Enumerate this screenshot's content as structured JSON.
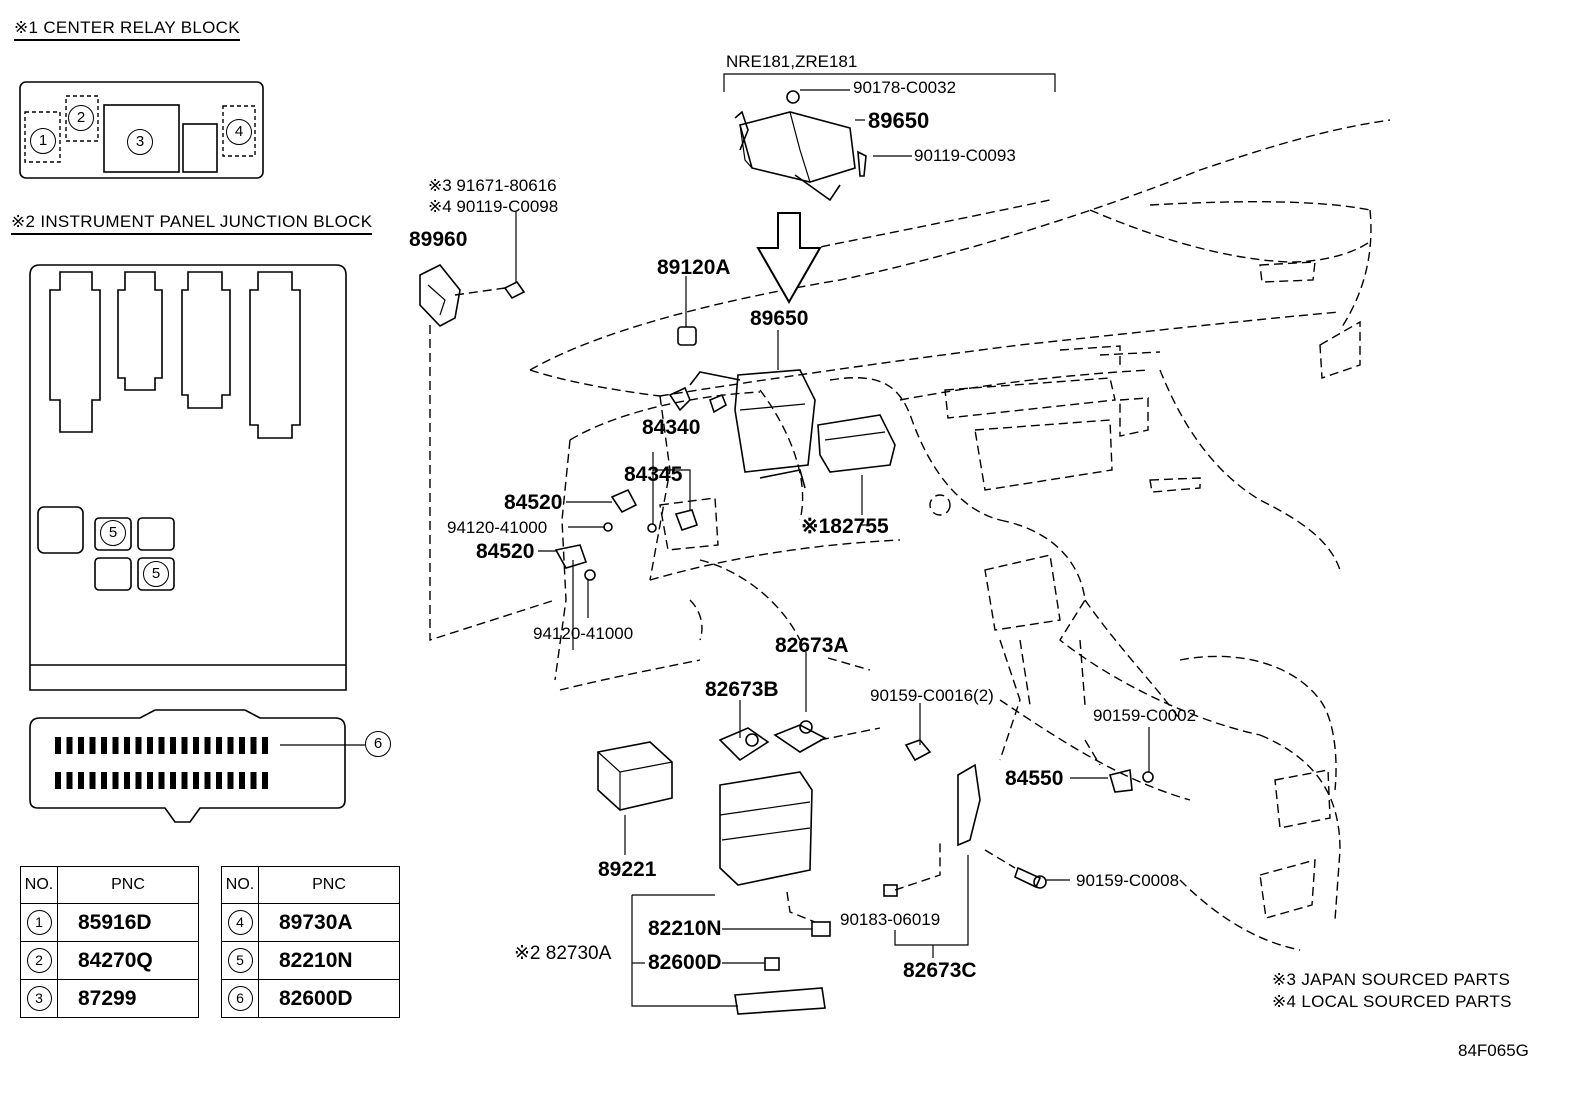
{
  "blocks": {
    "center_relay": {
      "title": "※1 CENTER RELAY BLOCK",
      "slots": [
        "1",
        "2",
        "3",
        "4"
      ]
    },
    "junction": {
      "title": "※2 INSTRUMENT PANEL JUNCTION BLOCK",
      "slots": [
        "5",
        "5",
        "6"
      ]
    }
  },
  "pnc_table": {
    "headers": [
      "NO.",
      "PNC",
      "NO.",
      "PNC"
    ],
    "rows": [
      {
        "no1": "1",
        "pnc1": "85916D",
        "no2": "4",
        "pnc2": "89730A"
      },
      {
        "no1": "2",
        "pnc1": "84270Q",
        "no2": "5",
        "pnc2": "82210N"
      },
      {
        "no1": "3",
        "pnc1": "87299",
        "no2": "6",
        "pnc2": "82600D"
      }
    ]
  },
  "callouts": {
    "variant": "NRE181,ZRE181",
    "p90178": "90178-C0032",
    "p89650_top": "89650",
    "p90119_c0093": "90119-C0093",
    "p91671": "※3 91671-80616",
    "p90119_c0098": "※4 90119-C0098",
    "p89960": "89960",
    "p89120a": "89120A",
    "p89650": "89650",
    "p84340": "84340",
    "p84345": "84345",
    "p84520_a": "84520",
    "p94120_a": "94120-41000",
    "p84520_b": "84520",
    "p94120_b": "94120-41000",
    "p82755": "※182755",
    "p82673a": "82673A",
    "p82673b": "82673B",
    "p90159_c0016": "90159-C0016(2)",
    "p90159_c0002": "90159-C0002",
    "p84550": "84550",
    "p90159_c0008": "90159-C0008",
    "p89221": "89221",
    "p82210n": "82210N",
    "p82730a": "※2 82730A",
    "p82600d": "82600D",
    "p90183": "90183-06019",
    "p82673c": "82673C"
  },
  "notes": {
    "japan": "※3 JAPAN SOURCED PARTS",
    "local": "※4 LOCAL SOURCED PARTS"
  },
  "figure_code": "84F065G"
}
